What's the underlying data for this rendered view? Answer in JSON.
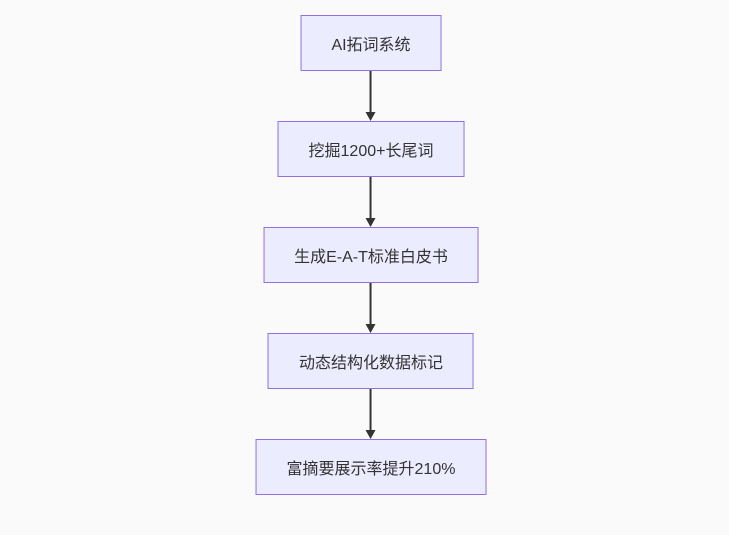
{
  "diagram": {
    "type": "flowchart",
    "direction": "top-down",
    "nodes": [
      {
        "id": "n1",
        "label": "AI拓词系统"
      },
      {
        "id": "n2",
        "label": "挖掘1200+长尾词"
      },
      {
        "id": "n3",
        "label": "生成E-A-T标准白皮书"
      },
      {
        "id": "n4",
        "label": "动态结构化数据标记"
      },
      {
        "id": "n5",
        "label": "富摘要展示率提升210%"
      }
    ],
    "edges": [
      {
        "from": "n1",
        "to": "n2"
      },
      {
        "from": "n2",
        "to": "n3"
      },
      {
        "from": "n3",
        "to": "n4"
      },
      {
        "from": "n4",
        "to": "n5"
      }
    ],
    "colors": {
      "node_fill": "#ECECFF",
      "node_border": "#9370DB",
      "text": "#333333",
      "arrow": "#333333",
      "background": "#fafafa"
    }
  }
}
